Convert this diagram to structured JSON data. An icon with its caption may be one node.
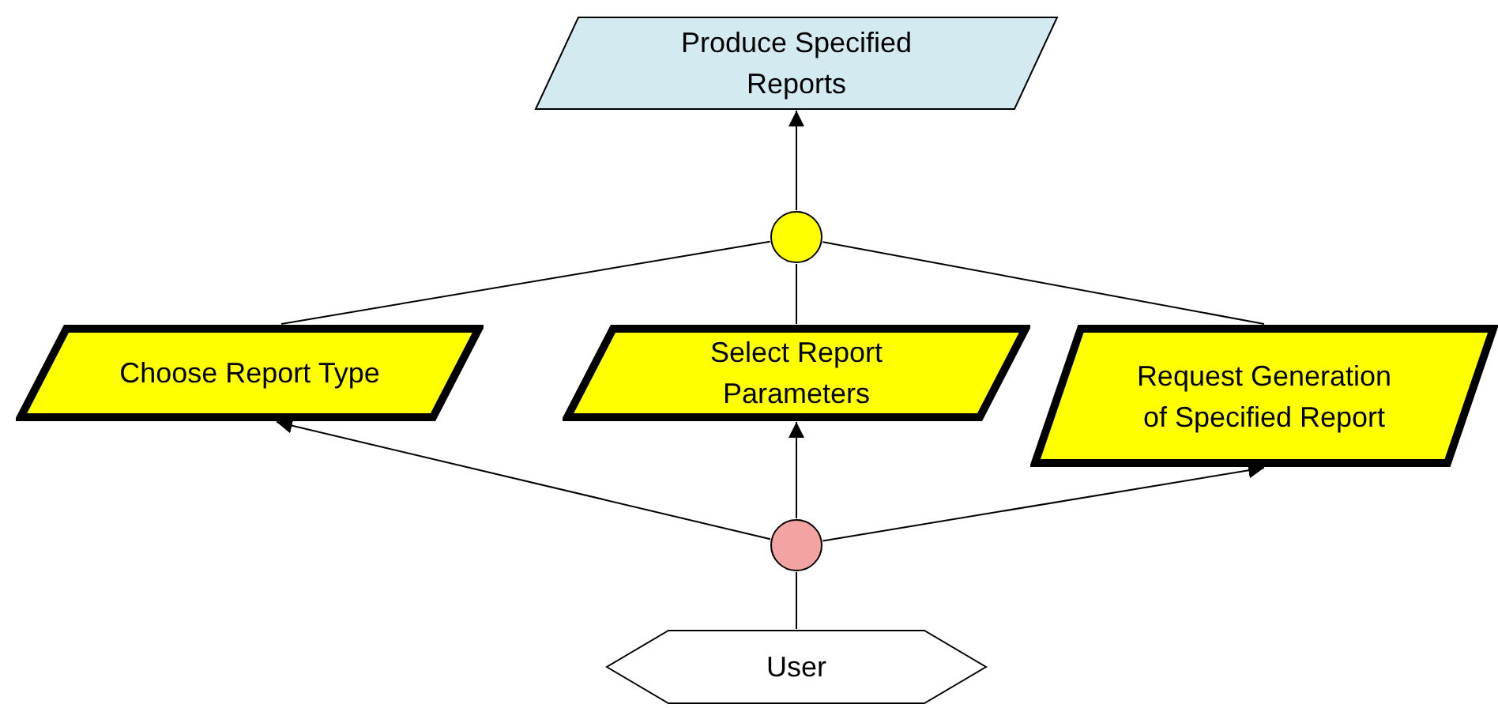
{
  "diagram": {
    "nodes": [
      {
        "text": [
          "Produce Specified Reports"
        ]
      },
      {
        "text": [],
        "shape": "circle"
      },
      {
        "text": [
          "Choose Report Type"
        ]
      },
      {
        "text": [
          "Select Report Parameters"
        ]
      },
      {
        "text": [
          "Request Generation of Specified Report"
        ]
      },
      {
        "text": [],
        "shape": "circle"
      },
      {
        "text": [
          "User"
        ]
      }
    ],
    "edges": [
      {
        "from": 1,
        "to": 0,
        "arrow": "to"
      },
      {
        "from": 2,
        "to": 1,
        "arrow": "none"
      },
      {
        "from": 3,
        "to": 1,
        "arrow": "none"
      },
      {
        "from": 4,
        "to": 1,
        "arrow": "none"
      },
      {
        "from": 5,
        "to": 2,
        "arrow": "to"
      },
      {
        "from": 5,
        "to": 3,
        "arrow": "to"
      },
      {
        "from": 5,
        "to": 4,
        "arrow": "to"
      },
      {
        "from": 6,
        "to": 5,
        "arrow": "none"
      }
    ]
  }
}
